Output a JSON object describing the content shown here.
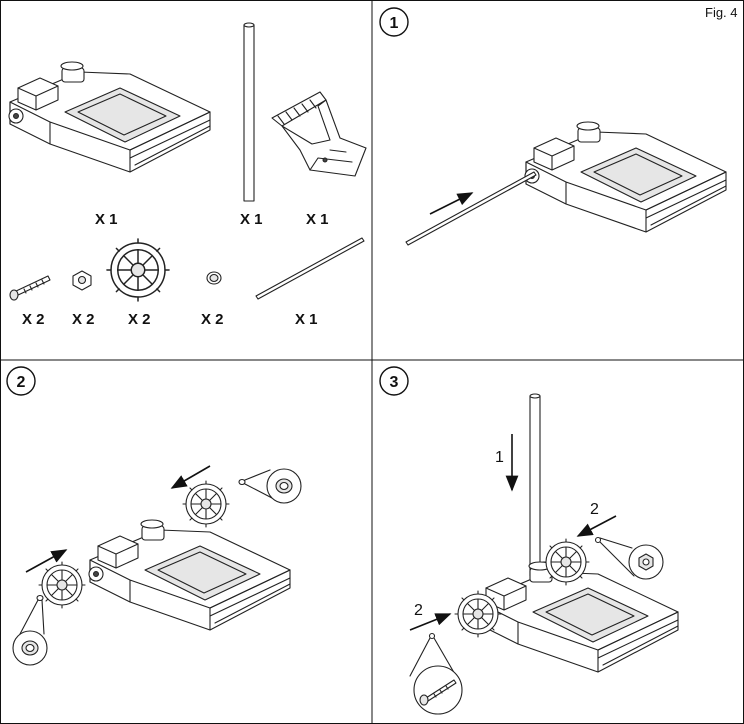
{
  "figure": {
    "label": "Fig. 4",
    "parts": {
      "tray_qty": "X 1",
      "upright_tube_qty": "X 1",
      "handle_qty": "X 1",
      "bolt_qty": "X 2",
      "nut_qty": "X 2",
      "wheel_qty": "X 2",
      "cap_qty": "X 2",
      "axle_qty": "X 1"
    },
    "steps": [
      {
        "number": "1"
      },
      {
        "number": "2"
      },
      {
        "number": "3",
        "callout_first": "1",
        "callout_second": "2",
        "callout_third": "2"
      }
    ]
  }
}
